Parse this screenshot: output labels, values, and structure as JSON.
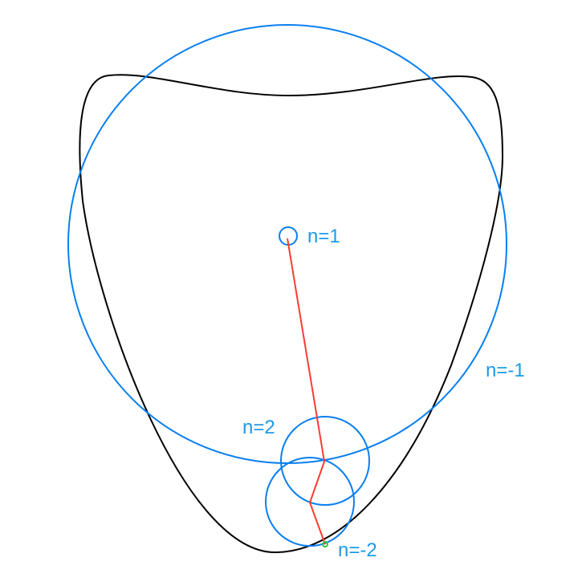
{
  "labels": {
    "n1": "n=1",
    "n_minus1": "n=-1",
    "n2": "n=2",
    "n_minus2": "n=-2"
  },
  "colors": {
    "curve": "#000000",
    "circles": "#0a7ff0",
    "arm": "#ff3b30",
    "tip": "#2ecc40",
    "label": "#1a9be8"
  }
}
